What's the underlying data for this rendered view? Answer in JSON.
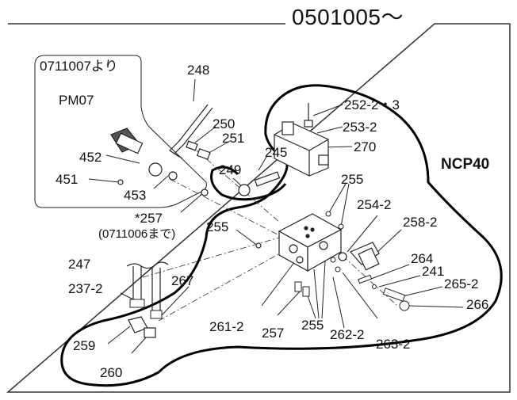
{
  "header": {
    "serial_range": "0501005〜"
  },
  "inset": {
    "title": "0711007より",
    "model": "PM07"
  },
  "group_label": "NCP40",
  "note_257": {
    "part": "*257",
    "note": "(0711006まで)"
  },
  "parts": {
    "p248": "248",
    "p250": "250",
    "p251": "251",
    "p245": "245",
    "p249": "249",
    "p252": "252-2・3",
    "p253": "253-2",
    "p270": "270",
    "p452": "452",
    "p451": "451",
    "p453": "453",
    "p255a": "255",
    "p254": "254-2",
    "p258": "258-2",
    "p255b": "255",
    "p264": "264",
    "p241": "241",
    "p265": "265-2",
    "p266": "266",
    "p247": "247",
    "p237": "237-2",
    "p267": "267",
    "p261": "261-2",
    "p257": "257",
    "p255c": "255",
    "p262": "262-2",
    "p263": "263-2",
    "p259": "259",
    "p260": "260"
  },
  "colors": {
    "line": "#1a1a1a",
    "paper": "#ffffff"
  }
}
